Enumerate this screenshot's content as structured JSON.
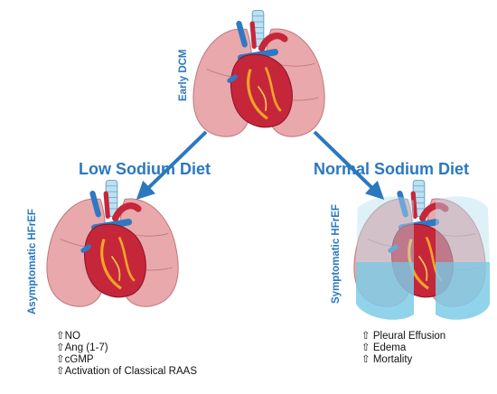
{
  "stages": {
    "early": "Early DCM",
    "asymptomatic": "Asymptomatic HFrEF",
    "symptomatic": "Symptomatic HFrEF"
  },
  "diets": {
    "low": "Low Sodium Diet",
    "normal": "Normal Sodium Diet"
  },
  "up_arrow": "⇧",
  "low_sodium_effects": [
    "NO",
    "Ang (1-7)",
    "cGMP",
    "Activation of Classical RAAS"
  ],
  "normal_sodium_effects": [
    "Pleural Effusion",
    "Edema",
    "Mortality"
  ],
  "colors": {
    "accent": "#2a78bf",
    "lung": "#e9a8ab",
    "heart": "#c6263a",
    "vessel": "#2f79c4",
    "fluid": "#7ecbe6"
  }
}
